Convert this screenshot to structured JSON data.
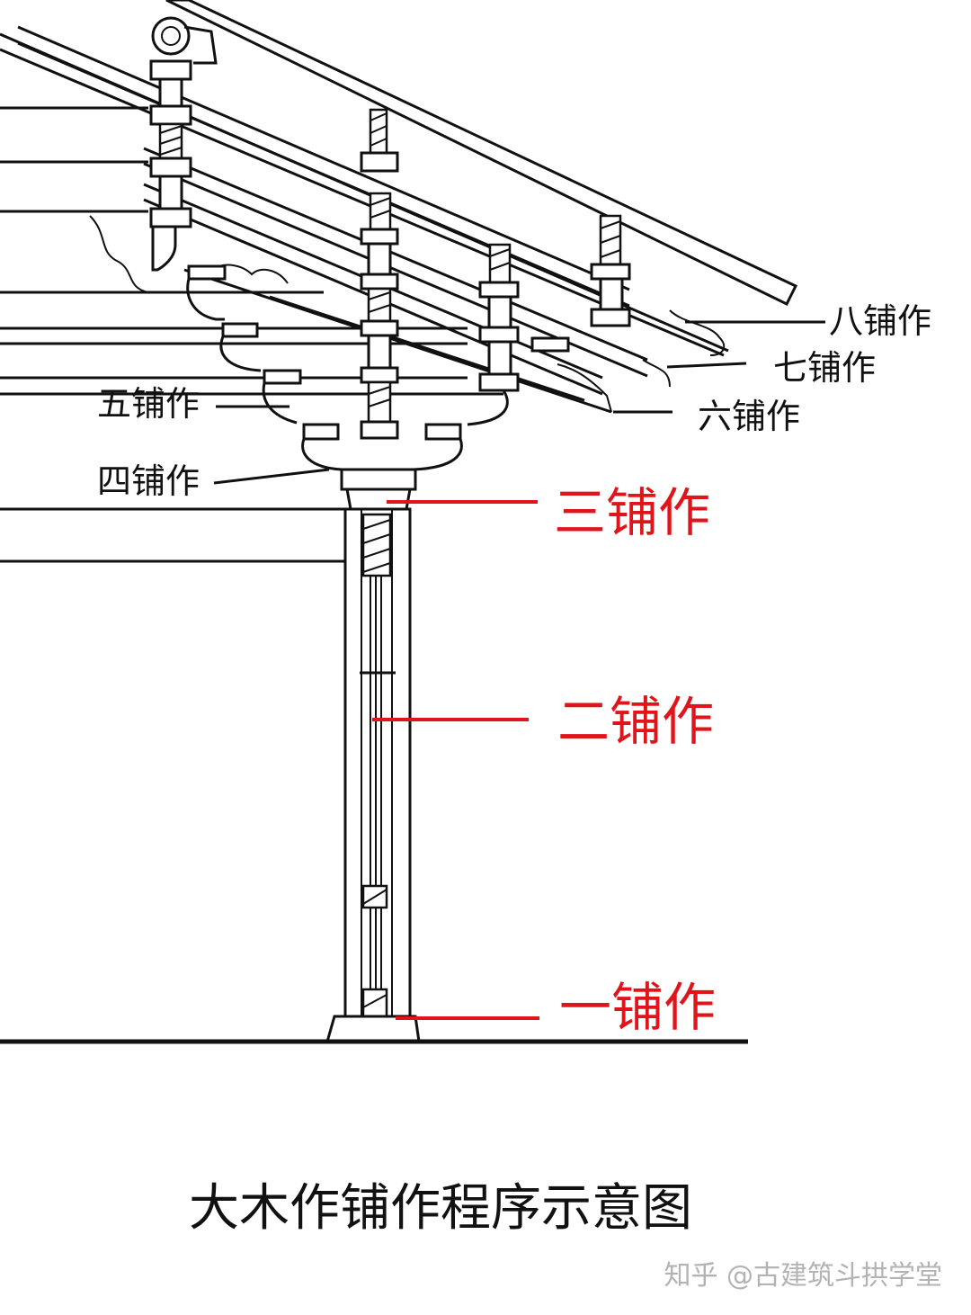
{
  "labels": {
    "ba": "八铺作",
    "qi": "七铺作",
    "liu": "六铺作",
    "wu": "五铺作",
    "si": "四铺作",
    "san": "三铺作",
    "er": "二铺作",
    "yi": "一铺作"
  },
  "title": "大木作铺作程序示意图",
  "watermark": "知乎 @古建筑斗拱学堂",
  "colors": {
    "red": "#e0141b",
    "line": "#111111",
    "watermark": "#b3b3b3"
  }
}
